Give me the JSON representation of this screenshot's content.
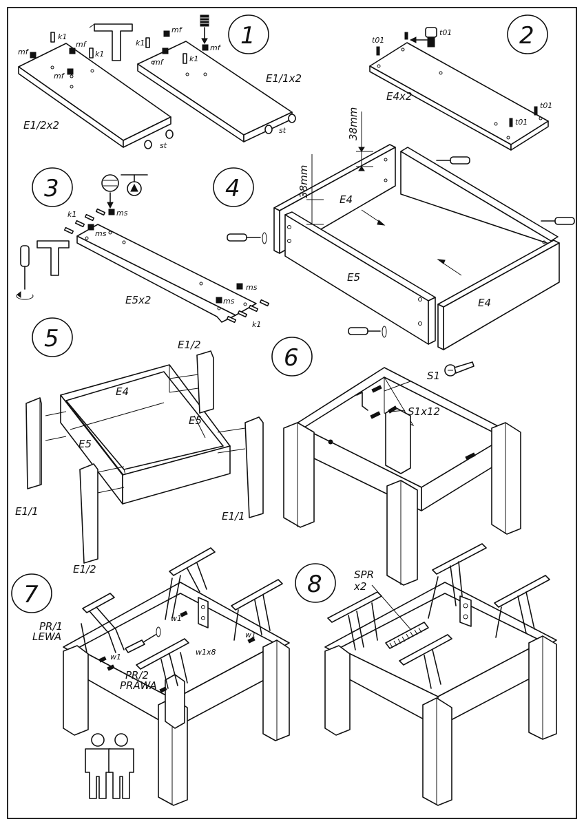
{
  "steps": [
    {
      "number": "1",
      "labels": [
        "E1/2x2",
        "E1/1x2",
        "mf",
        "k1",
        "st"
      ]
    },
    {
      "number": "2",
      "labels": [
        "E4x2",
        "t01",
        "38mm"
      ]
    },
    {
      "number": "3",
      "labels": [
        "E5x2",
        "ms",
        "k1"
      ]
    },
    {
      "number": "4",
      "labels": [
        "E4",
        "E5",
        "38mm"
      ]
    },
    {
      "number": "5",
      "labels": [
        "E1/2",
        "E1/1",
        "E4",
        "E5"
      ]
    },
    {
      "number": "6",
      "labels": [
        "S1",
        "S1x12"
      ]
    },
    {
      "number": "7",
      "labels": [
        "PR/1",
        "LEWA",
        "PR/2",
        "PRAWA",
        "w1",
        "w1x8"
      ]
    },
    {
      "number": "8",
      "labels": [
        "SPR",
        "x2"
      ]
    }
  ],
  "text": {
    "mf": "mf",
    "k1": "k1",
    "st": "st",
    "t01": "t01",
    "ms": "ms",
    "w1": "w1",
    "e1_2x2": "E1/2x2",
    "e1_1x2": "E1/1x2",
    "e4x2": "E4x2",
    "mm38": "38mm",
    "e5x2": "E5x2",
    "e4": "E4",
    "e5": "E5",
    "e1_2": "E1/2",
    "e1_1": "E1/1",
    "s1": "S1",
    "s1x12": "S1x12",
    "pr1": "PR/1",
    "lewa": "LEWA",
    "pr2": "PR/2",
    "prawa": "PRAWA",
    "w1x8": "w1x8",
    "spr": "SPR",
    "x2": "x2"
  },
  "icons": [
    "hammer-icon",
    "screwdriver-icon",
    "person-icon"
  ]
}
